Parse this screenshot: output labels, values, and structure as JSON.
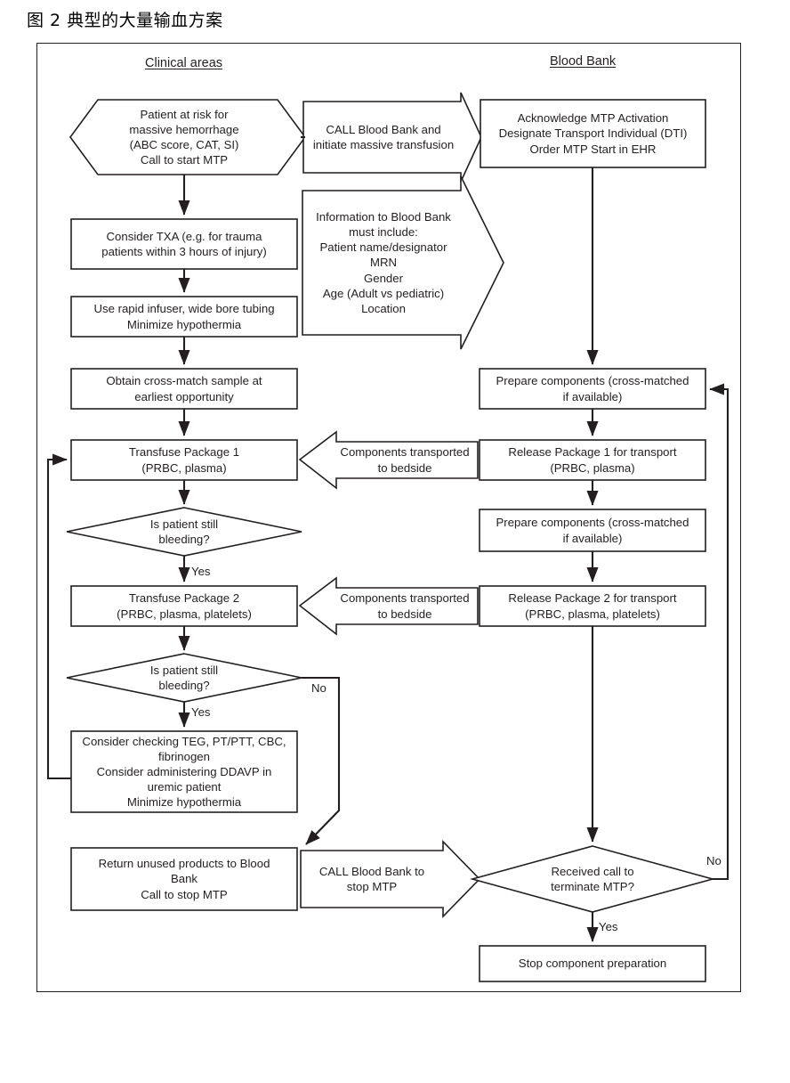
{
  "figure": {
    "caption": "图 2 典型的大量输血方案"
  },
  "columns": [
    {
      "id": "clinical",
      "label": "Clinical areas"
    },
    {
      "id": "bloodbank",
      "label": "Blood Bank"
    }
  ],
  "colors": {
    "stroke": "#231f20",
    "background": "#ffffff",
    "text": "#231f20"
  },
  "chart_data": {
    "type": "diagram",
    "title": "图 2 典型的大量输血方案",
    "diagram_kind": "flowchart",
    "swimlanes": [
      "Clinical areas",
      "Blood Bank"
    ],
    "nodes": [
      {
        "id": "n1",
        "lane": "Clinical areas",
        "shape": "hexagon",
        "text": "Patient at risk for\nmassive hemorrhage\n(ABC score, CAT, SI)\nCall to start MTP"
      },
      {
        "id": "n2",
        "lane": "Clinical areas",
        "shape": "arrow-right",
        "text": "CALL Blood Bank and\ninitiate massive transfusion"
      },
      {
        "id": "n3",
        "lane": "Blood Bank",
        "shape": "rect",
        "text": "Acknowledge MTP Activation\nDesignate Transport Individual (DTI)\nOrder MTP Start in EHR"
      },
      {
        "id": "n4",
        "lane": "Clinical areas",
        "shape": "rect",
        "text": "Consider TXA (e.g. for trauma\npatients within 3 hours of injury)"
      },
      {
        "id": "n5",
        "lane": "Clinical areas",
        "shape": "arrow-right",
        "text": "Information to Blood Bank\nmust include:\nPatient name/designator\nMRN\nGender\nAge (Adult vs pediatric)\nLocation"
      },
      {
        "id": "n6",
        "lane": "Clinical areas",
        "shape": "rect",
        "text": "Use rapid infuser, wide bore tubing\nMinimize hypothermia"
      },
      {
        "id": "n7",
        "lane": "Clinical areas",
        "shape": "rect",
        "text": "Obtain cross-match sample at\nearliest opportunity"
      },
      {
        "id": "n8",
        "lane": "Blood Bank",
        "shape": "rect",
        "text": "Prepare components (cross-matched\nif available)"
      },
      {
        "id": "n9",
        "lane": "Clinical areas",
        "shape": "rect",
        "text": "Transfuse Package 1\n(PRBC, plasma)"
      },
      {
        "id": "n10",
        "lane": "between",
        "shape": "arrow-left",
        "text": "Components transported\nto bedside"
      },
      {
        "id": "n11",
        "lane": "Blood Bank",
        "shape": "rect",
        "text": "Release Package 1 for transport\n(PRBC, plasma)"
      },
      {
        "id": "n12",
        "lane": "Clinical areas",
        "shape": "diamond",
        "text": "Is patient still\nbleeding?"
      },
      {
        "id": "n13",
        "lane": "Blood Bank",
        "shape": "rect",
        "text": "Prepare components (cross-matched\nif available)"
      },
      {
        "id": "n14",
        "lane": "Clinical areas",
        "shape": "rect",
        "text": "Transfuse Package 2\n(PRBC, plasma, platelets)"
      },
      {
        "id": "n15",
        "lane": "between",
        "shape": "arrow-left",
        "text": "Components transported\nto bedside"
      },
      {
        "id": "n16",
        "lane": "Blood Bank",
        "shape": "rect",
        "text": "Release Package 2 for transport\n(PRBC, plasma, platelets)"
      },
      {
        "id": "n17",
        "lane": "Clinical areas",
        "shape": "diamond",
        "text": "Is patient still\nbleeding?"
      },
      {
        "id": "n18",
        "lane": "Clinical areas",
        "shape": "rect",
        "text": "Consider checking TEG, PT/PTT, CBC,\nfibrinogen\nConsider administering DDAVP in\nuremic patient\nMinimize hypothermia"
      },
      {
        "id": "n19",
        "lane": "Clinical areas",
        "shape": "rect",
        "text": "Return unused products to Blood\nBank\nCall to stop MTP"
      },
      {
        "id": "n20",
        "lane": "between",
        "shape": "arrow-right",
        "text": "CALL Blood Bank to\nstop MTP"
      },
      {
        "id": "n21",
        "lane": "Blood Bank",
        "shape": "diamond",
        "text": "Received call to\nterminate MTP?"
      },
      {
        "id": "n22",
        "lane": "Blood Bank",
        "shape": "rect",
        "text": "Stop component preparation"
      }
    ],
    "edges": [
      {
        "from": "n1",
        "to": "n2",
        "label": ""
      },
      {
        "from": "n2",
        "to": "n3",
        "label": ""
      },
      {
        "from": "n1",
        "to": "n4",
        "label": ""
      },
      {
        "from": "n4",
        "to": "n6",
        "label": ""
      },
      {
        "from": "n6",
        "to": "n7",
        "label": ""
      },
      {
        "from": "n7",
        "to": "n9",
        "label": ""
      },
      {
        "from": "n3",
        "to": "n8",
        "label": ""
      },
      {
        "from": "n8",
        "to": "n11",
        "label": ""
      },
      {
        "from": "n11",
        "to": "n9",
        "label": ""
      },
      {
        "from": "n11",
        "to": "n13",
        "label": ""
      },
      {
        "from": "n9",
        "to": "n12",
        "label": ""
      },
      {
        "from": "n12",
        "to": "n14",
        "label": "Yes"
      },
      {
        "from": "n13",
        "to": "n16",
        "label": ""
      },
      {
        "from": "n16",
        "to": "n14",
        "label": ""
      },
      {
        "from": "n16",
        "to": "n21",
        "label": ""
      },
      {
        "from": "n14",
        "to": "n17",
        "label": ""
      },
      {
        "from": "n17",
        "to": "n18",
        "label": "Yes"
      },
      {
        "from": "n17",
        "to": "n19",
        "label": "No"
      },
      {
        "from": "n18",
        "to": "n9",
        "label": ""
      },
      {
        "from": "n19",
        "to": "n20",
        "label": ""
      },
      {
        "from": "n20",
        "to": "n21",
        "label": ""
      },
      {
        "from": "n21",
        "to": "n22",
        "label": "Yes"
      },
      {
        "from": "n21",
        "to": "n8",
        "label": "No"
      }
    ]
  },
  "nodes": {
    "n1": {
      "lines": [
        "Patient at risk for",
        "massive hemorrhage",
        "(ABC score, CAT, SI)",
        "Call to start MTP"
      ]
    },
    "n2": {
      "lines": [
        "CALL Blood Bank and",
        "initiate massive transfusion"
      ]
    },
    "n3": {
      "lines": [
        "Acknowledge MTP Activation",
        "Designate Transport Individual (DTI)",
        "Order MTP Start in EHR"
      ]
    },
    "n4": {
      "lines": [
        "Consider TXA (e.g. for trauma",
        "patients within 3 hours of injury)"
      ]
    },
    "n5": {
      "lines": [
        "Information to Blood Bank",
        "must include:",
        "Patient name/designator",
        "MRN",
        "Gender",
        "Age (Adult vs pediatric)",
        "Location"
      ]
    },
    "n6": {
      "lines": [
        "Use rapid infuser, wide bore tubing",
        "Minimize hypothermia"
      ]
    },
    "n7": {
      "lines": [
        "Obtain cross-match sample at",
        "earliest opportunity"
      ]
    },
    "n8": {
      "lines": [
        "Prepare components (cross-matched",
        "if available)"
      ]
    },
    "n9": {
      "lines": [
        "Transfuse Package 1",
        "(PRBC, plasma)"
      ]
    },
    "n10": {
      "lines": [
        "Components transported",
        "to bedside"
      ]
    },
    "n11": {
      "lines": [
        "Release Package 1 for transport",
        "(PRBC, plasma)"
      ]
    },
    "n12": {
      "lines": [
        "Is patient still",
        "bleeding?"
      ]
    },
    "n13": {
      "lines": [
        "Prepare components (cross-matched",
        "if available)"
      ]
    },
    "n14": {
      "lines": [
        "Transfuse Package 2",
        "(PRBC, plasma, platelets)"
      ]
    },
    "n15": {
      "lines": [
        "Components transported",
        "to bedside"
      ]
    },
    "n16": {
      "lines": [
        "Release Package 2 for transport",
        "(PRBC, plasma, platelets)"
      ]
    },
    "n17": {
      "lines": [
        "Is patient still",
        "bleeding?"
      ]
    },
    "n18": {
      "lines": [
        "Consider checking TEG, PT/PTT, CBC,",
        "fibrinogen",
        "Consider administering DDAVP in",
        "uremic patient",
        "Minimize hypothermia"
      ]
    },
    "n19": {
      "lines": [
        "Return unused products to Blood",
        "Bank",
        "Call to stop MTP"
      ]
    },
    "n20": {
      "lines": [
        "CALL Blood Bank to",
        "stop MTP"
      ]
    },
    "n21": {
      "lines": [
        "Received call to",
        "terminate MTP?"
      ]
    },
    "n22": {
      "lines": [
        "Stop component preparation"
      ]
    }
  },
  "edge_labels": {
    "yes1": "Yes",
    "yes2": "Yes",
    "no1": "No",
    "yes3": "Yes",
    "no2": "No"
  }
}
